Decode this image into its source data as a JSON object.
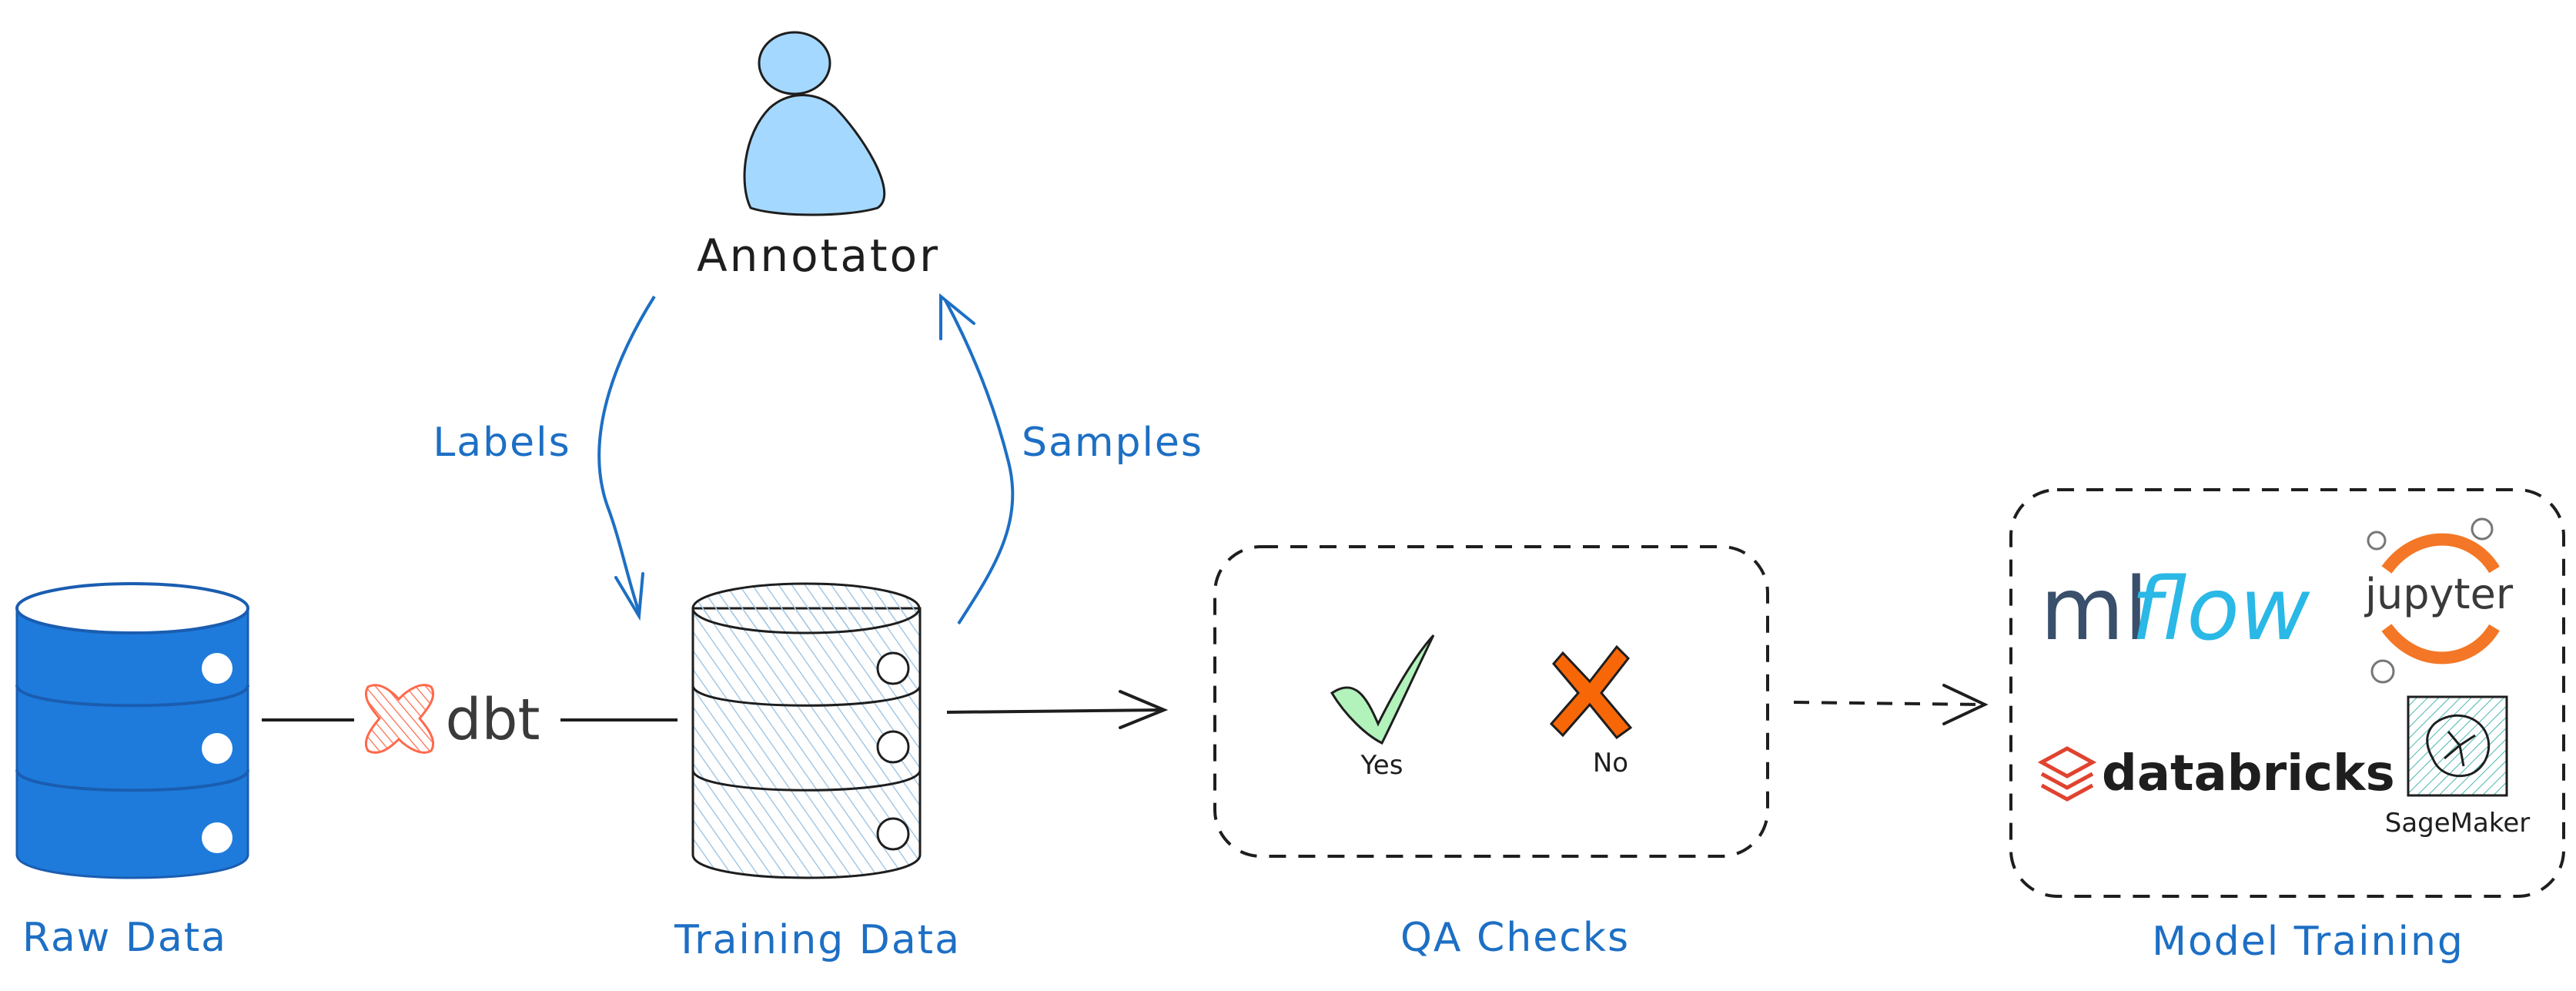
{
  "nodes": {
    "annotator": {
      "label": "Annotator",
      "icon": "person-icon"
    },
    "raw_data": {
      "label": "Raw Data",
      "icon": "database-icon"
    },
    "dbt": {
      "label": "dbt",
      "icon": "dbt-logo"
    },
    "training_data": {
      "label": "Training Data",
      "icon": "database-icon"
    },
    "qa_checks": {
      "label": "QA Checks",
      "yes_label": "Yes",
      "no_label": "No"
    },
    "model_training": {
      "label": "Model Training",
      "tools": {
        "mlflow_ml": "ml",
        "mlflow_flow": "flow",
        "jupyter": "jupyter",
        "databricks": "databricks",
        "sagemaker": "SageMaker"
      }
    }
  },
  "edges": {
    "labels": "Labels",
    "samples": "Samples"
  },
  "colors": {
    "accent_blue": "#1d6fc4",
    "db_blue": "#1e7bdc",
    "person_blue": "#a5d8ff",
    "hatch_blue": "#a5c8e4",
    "check_green": "#b2f2bb",
    "cross_orange": "#f76707",
    "dbt_red": "#ff694b",
    "jupyter_orange": "#f37726",
    "databricks_red": "#e0432f",
    "mlflow_dark": "#394f6b",
    "mlflow_blue": "#2ab8e6"
  }
}
